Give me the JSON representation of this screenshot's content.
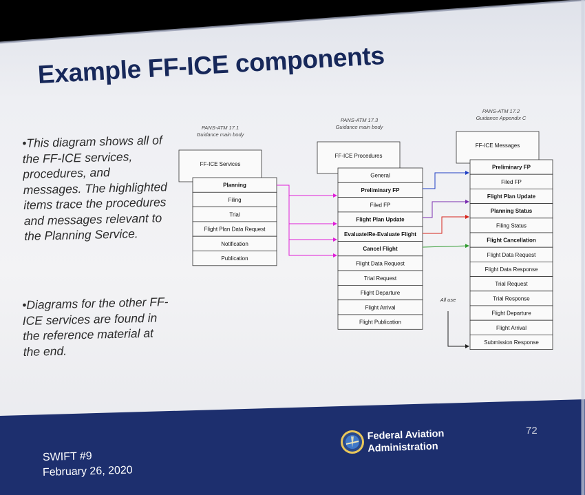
{
  "title": "Example FF-ICE components",
  "bullets": [
    "•This diagram shows all of the FF-ICE services, procedures, and messages.  The highlighted items trace the procedures and messages relevant to the Planning Service.",
    "•Diagrams for the other FF-ICE services are found in the reference material at the end."
  ],
  "diagram": {
    "services": {
      "caption1": "PANS-ATM 17.1",
      "caption2": "Guidance main body",
      "header": "FF-ICE Services",
      "items": [
        {
          "label": "Planning",
          "color": "#e01ed8"
        },
        {
          "label": "Filing",
          "color": "#111111"
        },
        {
          "label": "Trial",
          "color": "#111111"
        },
        {
          "label": "Flight Plan Data Request",
          "color": "#111111"
        },
        {
          "label": "Notification",
          "color": "#111111"
        },
        {
          "label": "Publication",
          "color": "#111111"
        }
      ]
    },
    "procedures": {
      "caption1": "PANS-ATM 17.3",
      "caption2": "Guidance main body",
      "header": "FF-ICE Procedures",
      "items": [
        {
          "label": "General",
          "color": "#111111"
        },
        {
          "label": "Preliminary FP",
          "color": "#1f3fc4"
        },
        {
          "label": "Filed FP",
          "color": "#111111"
        },
        {
          "label": "Flight Plan Update",
          "color": "#7a2fb0"
        },
        {
          "label": "Evaluate/Re-Evaluate Flight",
          "color": "#d6251c"
        },
        {
          "label": "Cancel Flight",
          "color": "#2e9a2e"
        },
        {
          "label": "Flight Data Request",
          "color": "#111111"
        },
        {
          "label": "Trial Request",
          "color": "#111111"
        },
        {
          "label": "Flight Departure",
          "color": "#111111"
        },
        {
          "label": "Flight Arrival",
          "color": "#111111"
        },
        {
          "label": "Flight Publication",
          "color": "#111111"
        }
      ]
    },
    "messages": {
      "caption1": "PANS-ATM 17.2",
      "caption2": "Guidance Appendix C",
      "header": "FF-ICE Messages",
      "all_use": "All use",
      "items": [
        {
          "label": "Preliminary FP",
          "color": "#1f3fc4"
        },
        {
          "label": "Filed FP",
          "color": "#111111"
        },
        {
          "label": "Flight Plan Update",
          "color": "#7a2fb0"
        },
        {
          "label": "Planning Status",
          "color": "#d6251c"
        },
        {
          "label": "Filing Status",
          "color": "#111111"
        },
        {
          "label": "Flight Cancellation",
          "color": "#2e9a2e"
        },
        {
          "label": "Flight Data Request",
          "color": "#111111"
        },
        {
          "label": "Flight Data Response",
          "color": "#111111"
        },
        {
          "label": "Trial Request",
          "color": "#111111"
        },
        {
          "label": "Trial Response",
          "color": "#111111"
        },
        {
          "label": "Flight Departure",
          "color": "#111111"
        },
        {
          "label": "Flight Arrival",
          "color": "#111111"
        },
        {
          "label": "Submission Response",
          "color": "#111111"
        }
      ]
    }
  },
  "footer": {
    "event": "SWIFT #9",
    "date": "February 26, 2020",
    "page_number": "72",
    "agency_line1": "Federal Aviation",
    "agency_line2": "Administration",
    "band_color": "#1d2f6e"
  }
}
